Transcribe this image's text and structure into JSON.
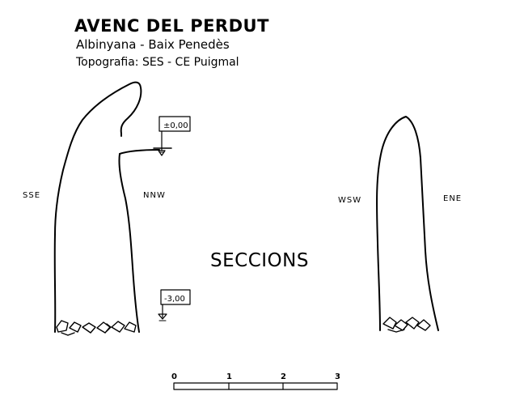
{
  "header": {
    "title": "AVENC DEL PERDUT",
    "location": "Albinyana - Baix Penedès",
    "topography": "Topografia: SES - CE Puigmal"
  },
  "sections": {
    "label": "SECCIONS",
    "left": {
      "orientation_left": "SSE",
      "orientation_right": "NNW"
    },
    "right": {
      "orientation_left": "WSW",
      "orientation_right": "ENE"
    }
  },
  "depth_markers": [
    {
      "label": "±0,00"
    },
    {
      "label": "-3,00"
    }
  ],
  "scale_bar": {
    "ticks": [
      "0",
      "1",
      "2",
      "3"
    ]
  }
}
